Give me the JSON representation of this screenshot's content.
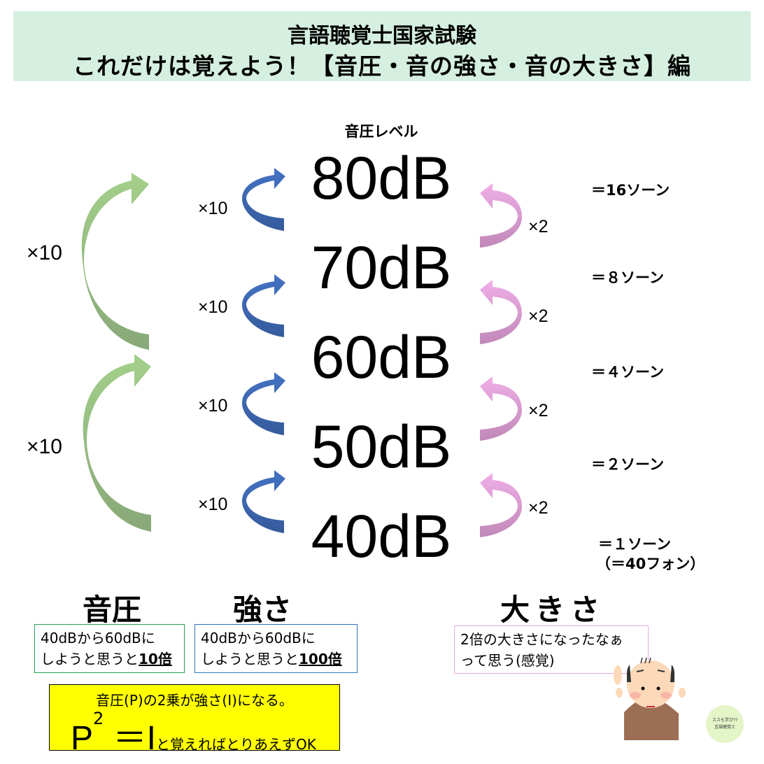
{
  "header": {
    "title_line1": "言語聴覚士国家試験",
    "title_line2": "これだけは覚えよう！【音圧・音の強さ・音の大きさ】編",
    "bg_color": "#d5efe0"
  },
  "diagram": {
    "level_label": "音圧レベル",
    "levels": [
      "80dB",
      "70dB",
      "60dB",
      "50dB",
      "40dB"
    ],
    "pressure_multipliers": [
      "×10",
      "×10"
    ],
    "intensity_multipliers": [
      "×10",
      "×10",
      "×10",
      "×10"
    ],
    "loudness_multipliers": [
      "×2",
      "×2",
      "×2",
      "×2"
    ],
    "sones": [
      "＝16ソーン",
      "＝８ソーン",
      "＝４ソーン",
      "＝２ソーン",
      "＝１ソーン"
    ],
    "phon_note": "（＝40フォン）",
    "colors": {
      "pressure_arrow": "#8fbf7a",
      "intensity_arrow": "#4472c4",
      "loudness_arrow": "#e8a8e0"
    }
  },
  "sections": {
    "pressure": {
      "title": "音圧",
      "line1": "40dBから60dBに",
      "line2_prefix": "しようと思うと",
      "line2_emph": "10倍",
      "border_color": "#22a050"
    },
    "intensity": {
      "title": "強さ",
      "line1": "40dBから60dBに",
      "line2_prefix": "しようと思うと",
      "line2_emph": "100倍",
      "border_color": "#2e75b6"
    },
    "loudness": {
      "title": "大きさ",
      "line1": "2倍の大きさになったなぁ",
      "line2": "って思う(感覚)",
      "border_color": "#e8a8e0"
    }
  },
  "formula_box": {
    "line1": "音圧(P)の2乗が強さ(I)になる。",
    "formula_base": "P",
    "formula_exp": "2",
    "formula_rest": " ＝I",
    "tail": "と覚えればとりあえずOK",
    "bg_color": "#ffff00"
  },
  "logo": {
    "line1": "ススも学び??",
    "line2": "言語聴覚士"
  }
}
